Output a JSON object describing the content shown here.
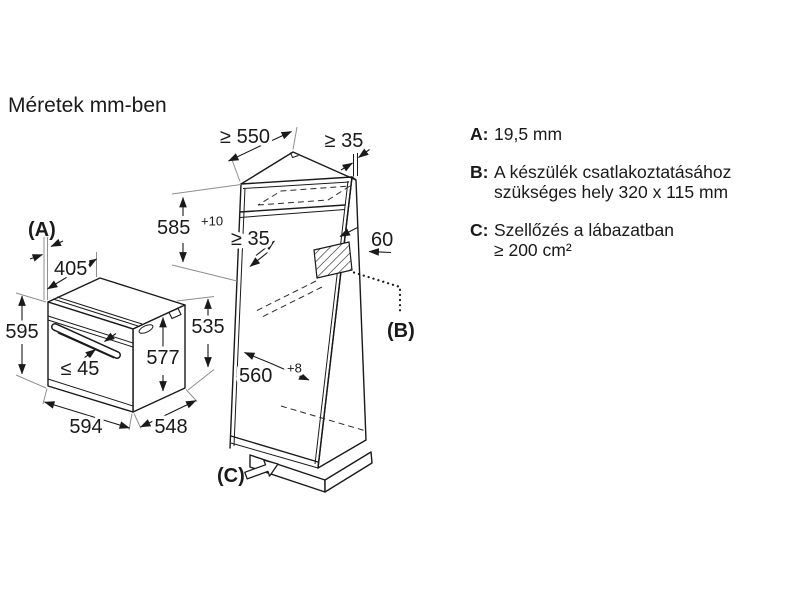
{
  "title": "Méretek mm-ben",
  "colors": {
    "line": "#1a1a1a",
    "extension": "#8f8f8f",
    "background": "#ffffff"
  },
  "oven": {
    "labels": {
      "a_ref": "(A)",
      "depth_top": "405",
      "height_front": "595",
      "handle_depth": "≤ 45",
      "height_body": "577",
      "height_side": "535",
      "width_bottom": "594",
      "depth_bottom": "548"
    }
  },
  "cabinet": {
    "labels": {
      "depth_min": "≥ 550",
      "top_gap_min": "≥ 35",
      "niche_height": "585",
      "niche_height_tol": "+10",
      "rear_gap_min": "≥ 35",
      "conn_offset": "60",
      "niche_width": "560",
      "niche_width_tol": "+8",
      "b_ref": "(B)",
      "c_ref": "(C)"
    }
  },
  "legend": {
    "items": [
      {
        "key": "A:",
        "lines": [
          "19,5 mm",
          ""
        ]
      },
      {
        "key": "B:",
        "lines": [
          "A készülék csatlakoztatásához",
          "szükséges hely 320 x 115 mm"
        ]
      },
      {
        "key": "C:",
        "lines": [
          "Szellőzés a lábazatban",
          "≥ 200 cm²"
        ]
      }
    ]
  }
}
